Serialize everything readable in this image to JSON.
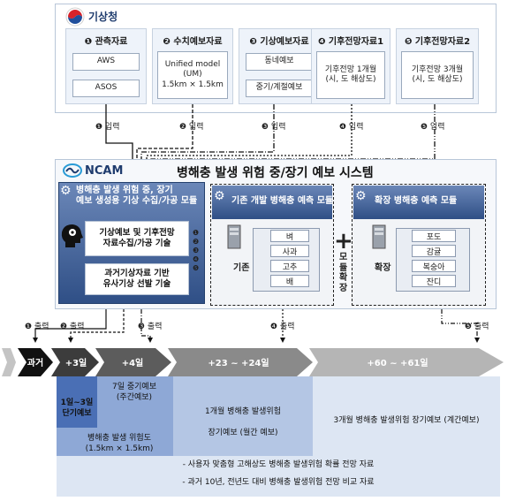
{
  "kma": {
    "name": "기상청",
    "columns": [
      {
        "num": "❶",
        "title": "관측자료",
        "items": [
          "AWS",
          "ASOS"
        ]
      },
      {
        "num": "❷",
        "title": "수치예보자료",
        "items": [
          "Unified model\n(UM)\n1.5km × 1.5km"
        ]
      },
      {
        "num": "❸",
        "title": "기상예보자료",
        "items": [
          "동네예보",
          "중기/계절예보"
        ]
      },
      {
        "num": "❹",
        "title": "기후전망자료1",
        "items": [
          "기후전망 1개월\n(시, 도 해상도)"
        ]
      },
      {
        "num": "❺",
        "title": "기후전망자료2",
        "items": [
          "기후전망 3개월\n(시, 도 해상도)"
        ]
      }
    ],
    "inputs": [
      "❶ 입력",
      "❷ 입력",
      "❸ 입력",
      "❹ 입력",
      "❺ 입력"
    ]
  },
  "ncam": {
    "logo": "NCAM",
    "system_title": "병해충 발생 위험 중/장기 예보 시스템",
    "module1": {
      "title": "병해충 발생 위험 중, 장기\n예보 생성용 기상 수집/가공 모듈",
      "box1": "기상예보 및 기후전망\n자료수집/가공 기술",
      "box2": "과거기상자료 기반\n유사기상 선발 기술"
    },
    "module2": {
      "title": "기존 개발 병해충 예측 모듈",
      "label": "기존",
      "crops": [
        "벼",
        "사과",
        "고추",
        "배"
      ]
    },
    "plus_label": "모듈확장",
    "module3": {
      "title": "확장 병해충 예측 모듈",
      "label": "확장",
      "crops": [
        "포도",
        "감귤",
        "복숭아",
        "잔디"
      ]
    },
    "line_nums": [
      "❶",
      "❷",
      "❸",
      "❹",
      "❺"
    ]
  },
  "timeline": {
    "outputs": [
      "❶ 출력",
      "❷ 출력",
      "❸ 출력",
      "❹ 출력",
      "❺ 출력"
    ],
    "segments": [
      "과거",
      "+3일",
      "+4일",
      "+23 ~ +24일",
      "+60 ~ +61일"
    ]
  },
  "results": {
    "short": "1일~3일\n단기예보",
    "mid": "7일 중기예보\n(주간예보)",
    "grid": "병해충 발생 위험도\n(1.5km × 1.5km)",
    "month1": "1개월 병해충 발생위험\n\n장기예보 (월간 예보)",
    "month3": "3개월 병해충 발생위험 장기예보 (계간예보)",
    "note1": "- 사용자 맞춤형 고해상도 병해충 발생위험 확률 전망 자료",
    "note2": "- 과거 10년, 전년도 대비 병해충 발생위험 전망 비교 자료"
  }
}
